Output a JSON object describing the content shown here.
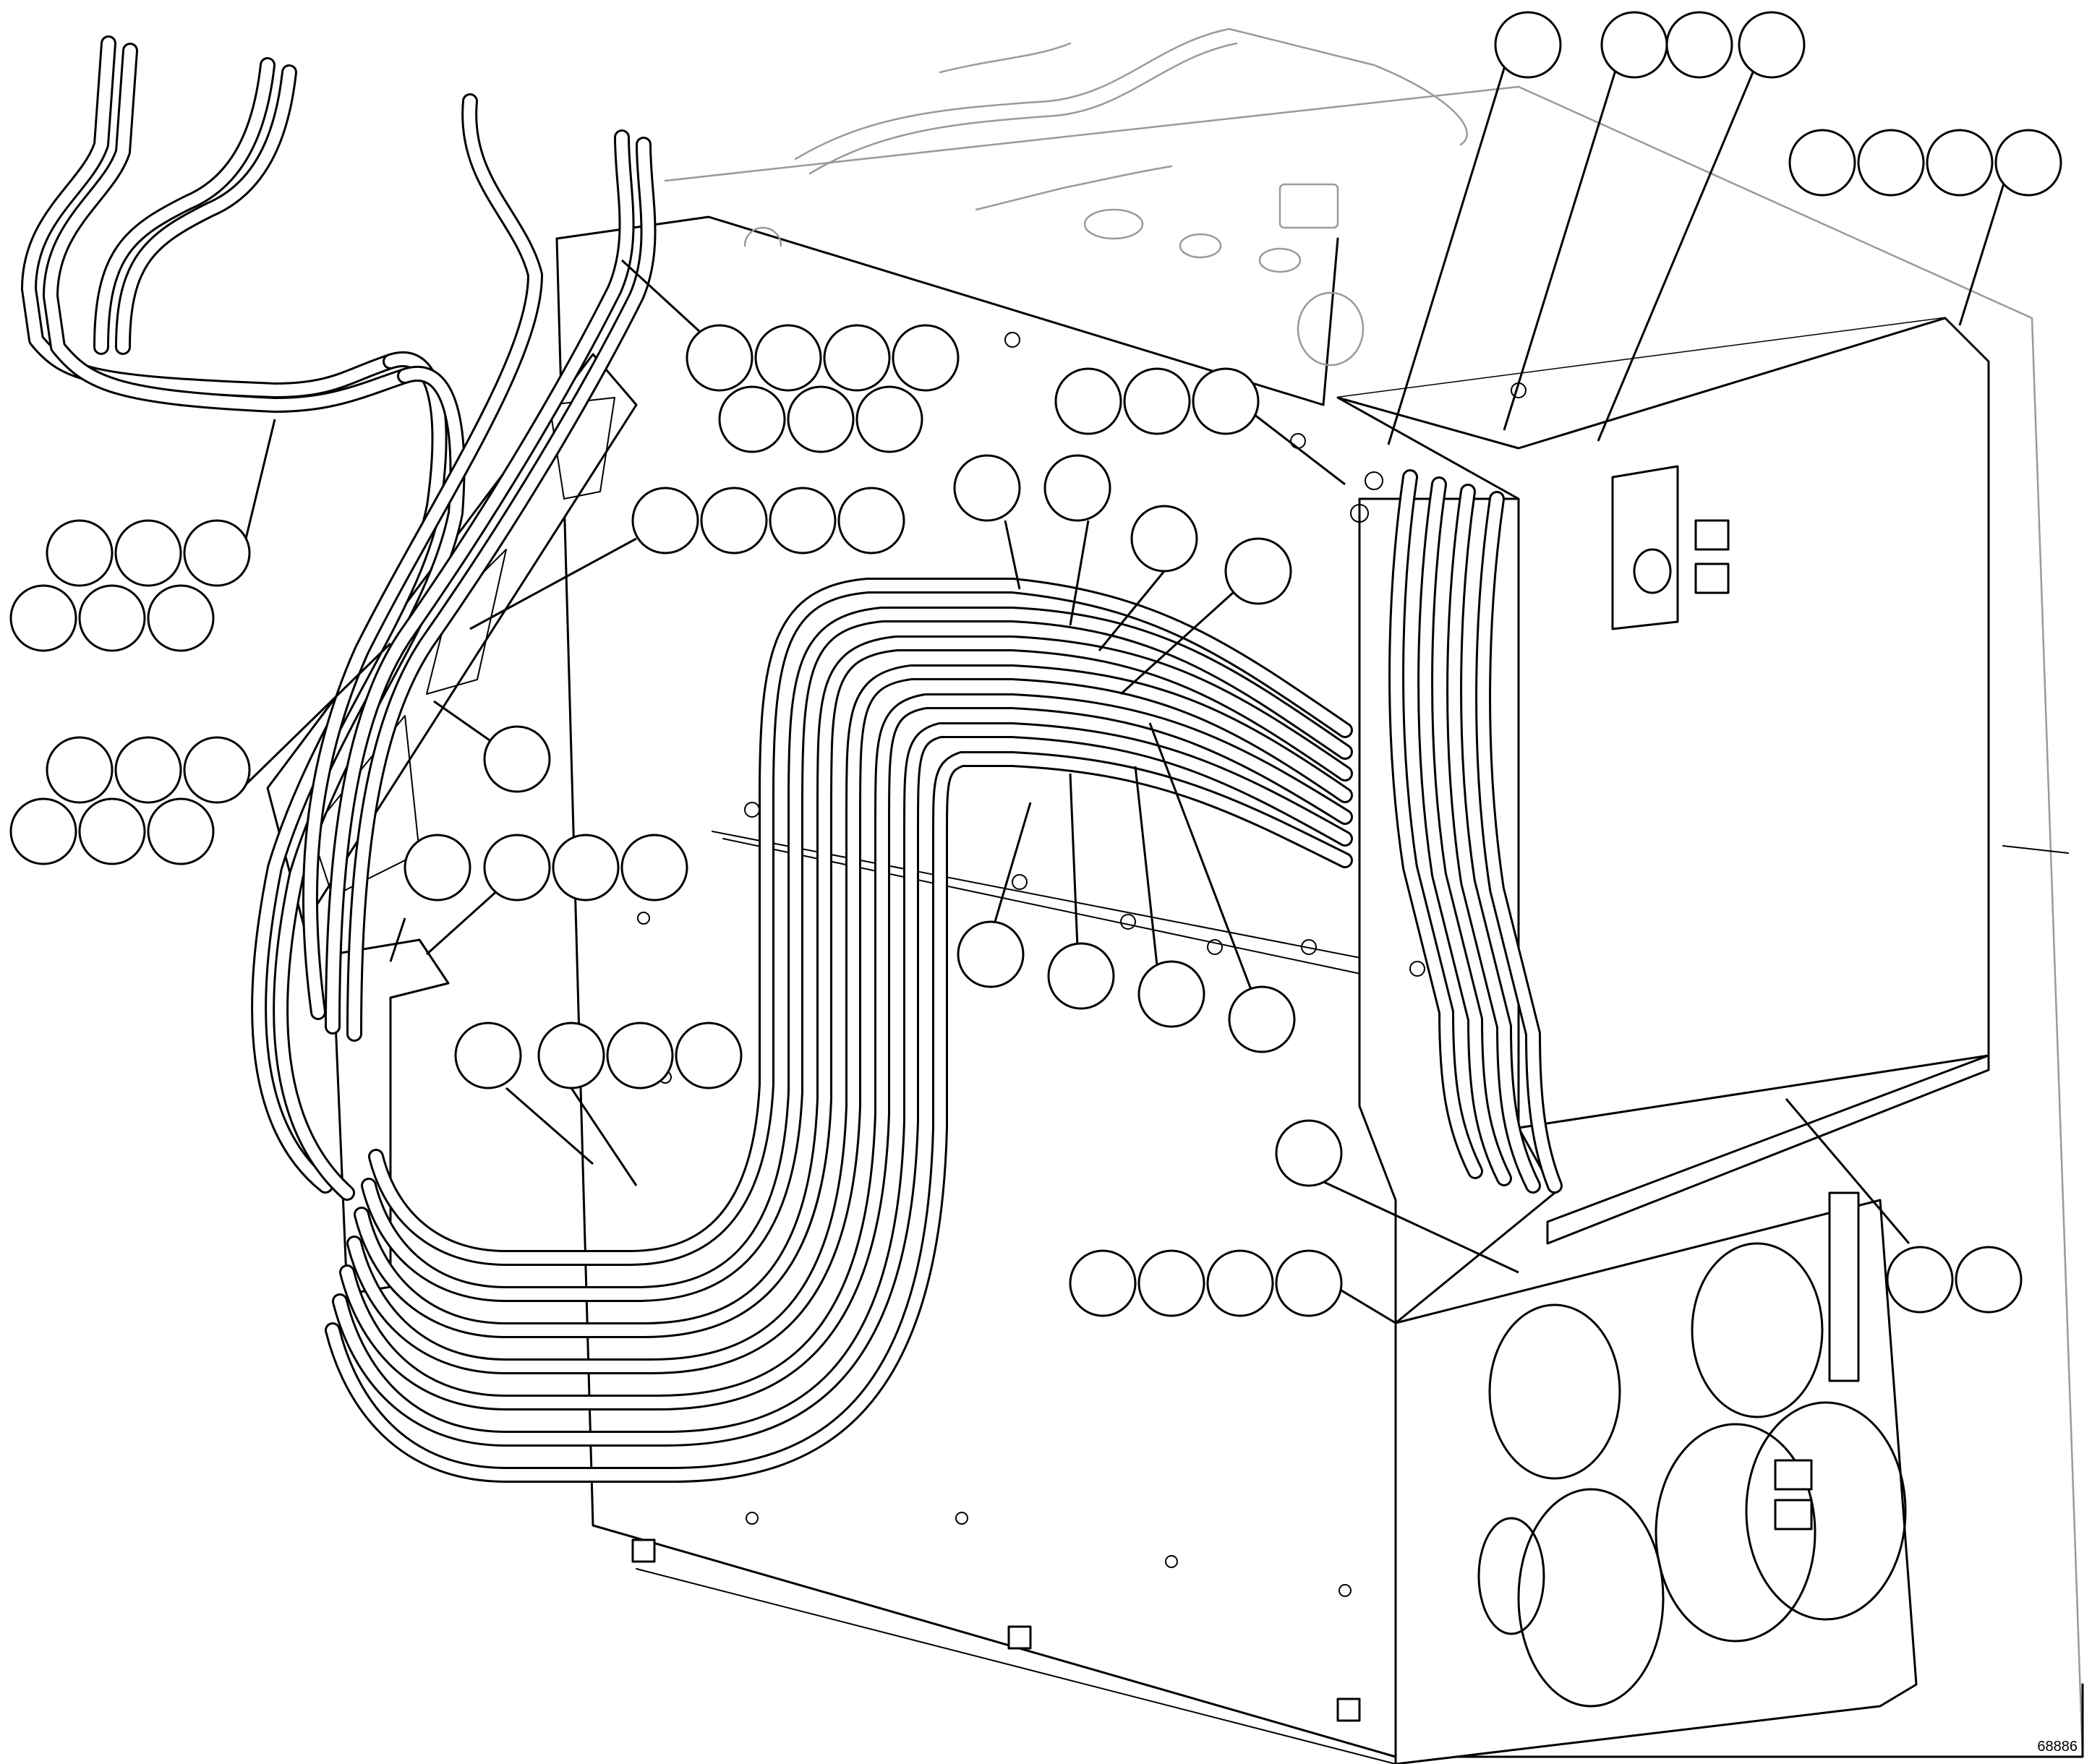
{
  "figure": {
    "drawing_number": "68886"
  },
  "callout_groups": [
    {
      "name": "callout-group-top-1",
      "count": 1
    },
    {
      "name": "callout-group-top-2",
      "count": 2
    },
    {
      "name": "callout-group-top-3",
      "count": 1
    },
    {
      "name": "callout-group-top-right",
      "count": 4
    },
    {
      "name": "callout-group-upper-center",
      "count": 7
    },
    {
      "name": "callout-group-center",
      "count": 3
    },
    {
      "name": "callout-group-left-1",
      "count": 6
    },
    {
      "name": "callout-group-mid-left",
      "count": 4
    },
    {
      "name": "callout-group-hose-labels-top",
      "count": 4
    },
    {
      "name": "callout-group-left-2",
      "count": 6
    },
    {
      "name": "callout-group-single",
      "count": 1
    },
    {
      "name": "callout-group-bracket",
      "count": 4
    },
    {
      "name": "callout-group-hose-labels-bottom",
      "count": 4
    },
    {
      "name": "callout-group-lower-left",
      "count": 4
    },
    {
      "name": "callout-group-lower-right",
      "count": 1
    },
    {
      "name": "callout-group-bottom",
      "count": 4
    },
    {
      "name": "callout-group-bottom-right",
      "count": 2
    }
  ]
}
